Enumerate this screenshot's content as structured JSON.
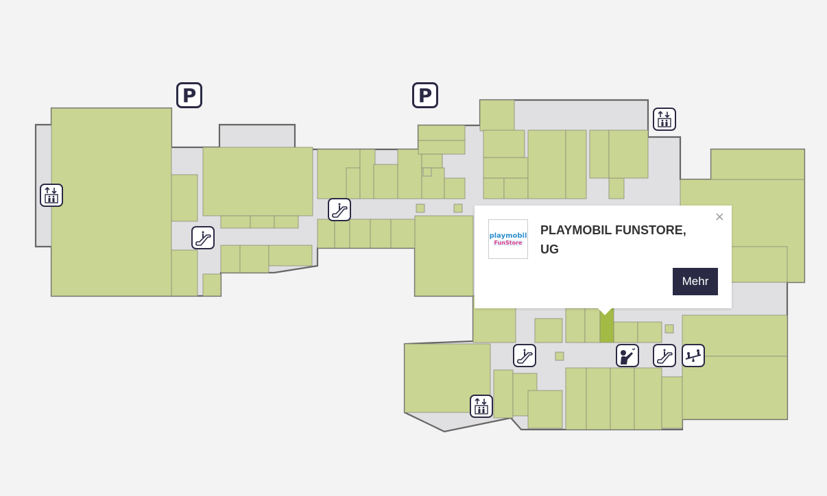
{
  "colors": {
    "shop": "#c9d592",
    "selected_shop": "#a3bb45",
    "corridor": "#e0e0e2",
    "outline": "#666666",
    "icon": "#2b2a45",
    "background": "#f3f3f3"
  },
  "icons": {
    "parking_label": "P",
    "parking": [
      "parking-icon",
      "parking-icon"
    ],
    "elevators": [
      "elevator-icon",
      "elevator-icon",
      "elevator-icon"
    ],
    "escalators": [
      "escalator-icon",
      "escalator-icon",
      "escalator-icon",
      "escalator-icon"
    ],
    "other": [
      "selfie-point-icon",
      "playground-seesaw-icon"
    ]
  },
  "popup": {
    "title": "PLAYMOBIL FUNSTORE, UG",
    "logo_text_1": "playmobil",
    "logo_text_2": "FunStore",
    "close_label": "×",
    "button_label": "Mehr"
  }
}
